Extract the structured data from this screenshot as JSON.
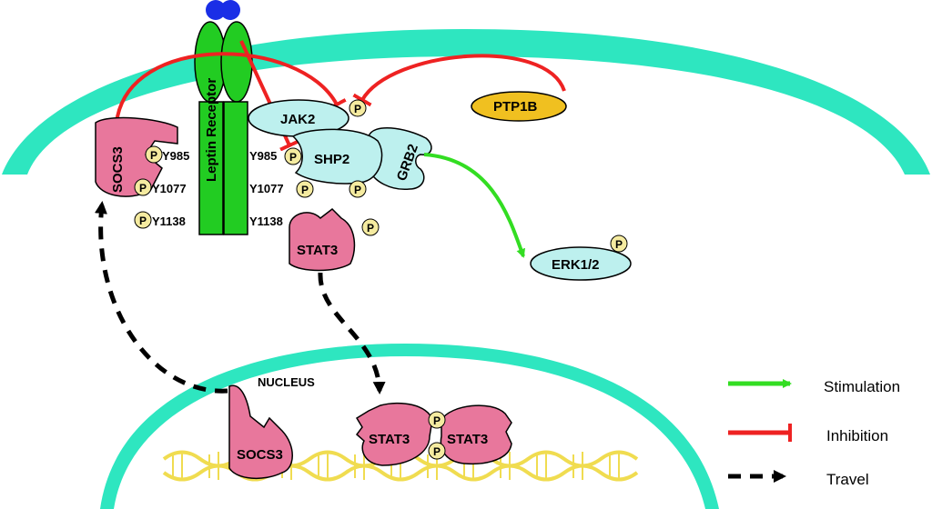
{
  "diagram": {
    "receptor_label": "Leptin Receptor",
    "nucleus_label": "NUCLEUS",
    "phospho_label": "P",
    "sites_left": [
      "Y985",
      "Y1077",
      "Y1138"
    ],
    "sites_right": [
      "Y985",
      "Y1077",
      "Y1138"
    ],
    "proteins": {
      "jak2": "JAK2",
      "shp2": "SHP2",
      "grb2": "GRB2",
      "ptp1b": "PTP1B",
      "erk": "ERK1/2",
      "socs3": "SOCS3",
      "stat3": "STAT3",
      "socs3_nuc": "SOCS3",
      "stat3_dimer_left": "STAT3",
      "stat3_dimer_right": "STAT3"
    }
  },
  "legend": {
    "stimulation": "Stimulation",
    "inhibition": "Inhibition",
    "travel": "Travel"
  },
  "colors": {
    "membrane": "#2ee6c0",
    "receptor": "#22cc22",
    "ligand": "#1a2ee6",
    "pink_protein": "#e8779c",
    "light_blue_protein": "#bdf0ee",
    "phospho": "#f5eba0",
    "ptp1b": "#f0c020",
    "stimulation": "#33dd22",
    "inhibition": "#ee2222",
    "dna": "#f0dc50"
  }
}
